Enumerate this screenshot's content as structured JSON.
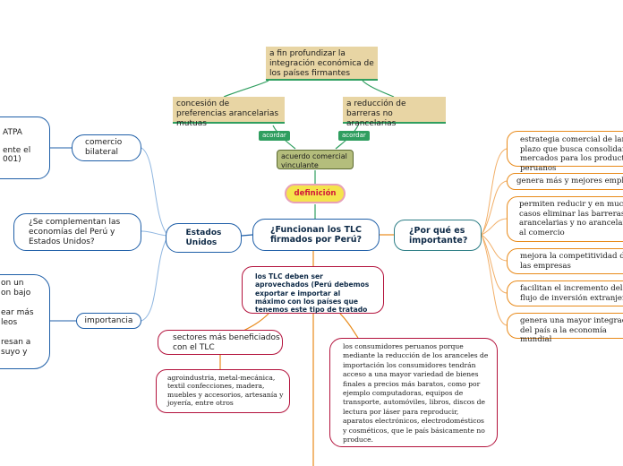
{
  "center": {
    "label": "¿Funcionan los TLC firmados por Perú?"
  },
  "definicion": {
    "label": "definición"
  },
  "acuerdo": {
    "label": "acuerdo comercial vinculante"
  },
  "acordar_tag": "acordar",
  "objetivos": {
    "top": "a fin profundizar la integración económica de los países firmantes",
    "left": "concesión de preferencias arancelarias mutuas",
    "right": "a reducción de barreras no arancelarias"
  },
  "estados_unidos": {
    "label": "Estados Unidos",
    "comercio": "comercio bilateral",
    "comercio_detail": "ATPA\n\nente el\n001)",
    "complementan": "¿Se complementan las economías del Perú y Estados Unidos?",
    "importancia": "importancia",
    "importancia_detail": "on un\non bajo\n\near más\nleos\n\nresan a\n suyo y"
  },
  "por_que": {
    "label": "¿Por qué es importante?",
    "items": [
      "estrategia comercial de largo plazo que busca consolidar mercados para los productos peruanos",
      "genera más y mejores empleos",
      "permiten reducir y en muchos casos eliminar las barreras arancelarias y no arancelarias al comercio",
      "mejora la competitividad de las empresas",
      "facilitan el incremento del flujo de inversión extranjera",
      "genera una mayor integración del país a la economía mundial"
    ]
  },
  "aprovechados": {
    "label": "los TLC deben ser aprovechados (Perú debemos exportar e importar al máximo con los países que tenemos este tipo de tratado"
  },
  "sectores": {
    "label": "sectores más beneficiados con el TLC",
    "detail": "agroindustria, metal-mecánica, textil confecciones, madera, muebles y accesorios, artesanía y joyería, entre otros"
  },
  "consumidores": {
    "detail": "los consumidores peruanos porque mediante la reducción de los aranceles de importación los consumidores tendrán acceso a una mayor variedad de bienes finales a precios más baratos, como por ejemplo computadoras, equipos de transporte, automóviles, libros, discos de lectura por láser para reproducir, aparatos electrónicos, electrodomésticos y cosméticos, que le país básicamente no produce."
  }
}
